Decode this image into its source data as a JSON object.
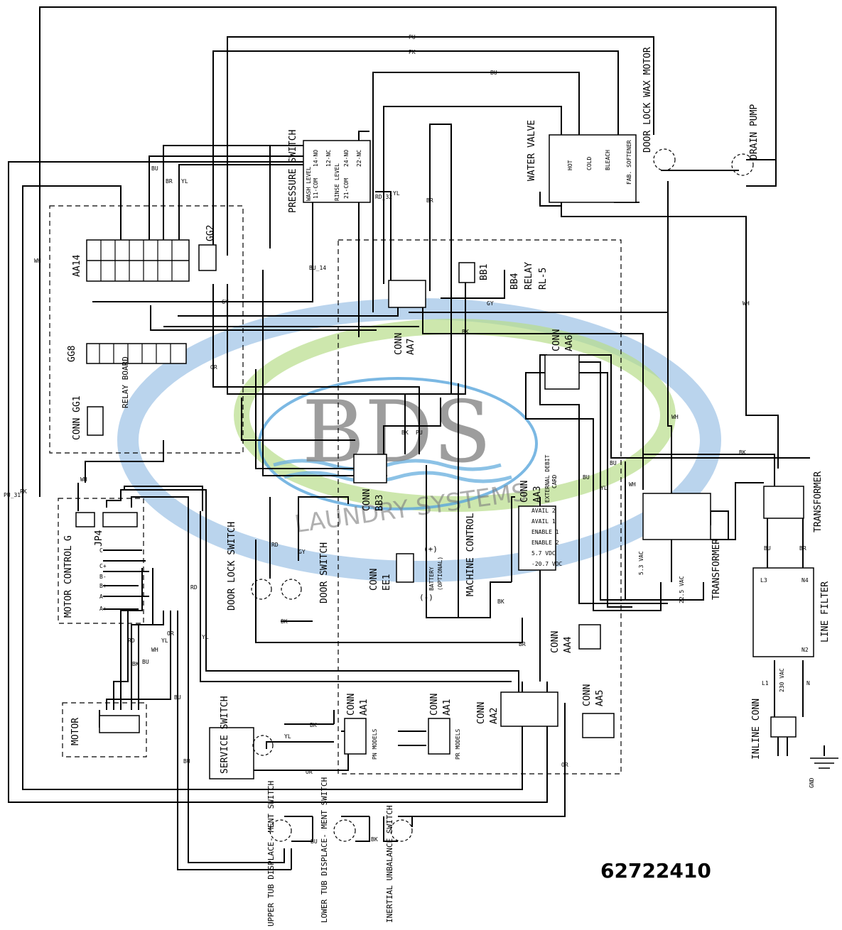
{
  "watermark": {
    "brand": "BDS",
    "tagline": "LAUNDRY SYSTEMS"
  },
  "part_number": "62722410",
  "labels": {
    "pressure_switch": "PRESSURE SWITCH",
    "wash_level": "WASH LEVEL",
    "rinse_level": "RINSE LEVEL",
    "c14": "14-NO",
    "c11": "11-COM",
    "c12": "12-NC",
    "c24": "24-NO",
    "c21": "21-COM",
    "c22": "22-NC",
    "water_valve": "WATER VALVE",
    "hot": "HOT",
    "cold": "COLD",
    "bleach": "BLEACH",
    "softener": "FAB. SOFTENER",
    "door_lock_wax": "DOOR LOCK WAX MOTOR",
    "drain_pump": "DRAIN PUMP",
    "aa14": "AA14",
    "gg2": "GG2",
    "gg8": "GG8",
    "relay_board": "RELAY BOARD",
    "conn_gg1": "CONN GG1",
    "bb1": "BB1",
    "bb4": "BB4",
    "relay": "RELAY",
    "rl5": "RL-5",
    "conn": "CONN",
    "aa7": "AA7",
    "aa6": "AA6",
    "aa3": "AA3",
    "ext_debit": "EXTERNAL DEBIT",
    "card": "CARD",
    "bb3": "BB3",
    "ee1": "EE1",
    "battery": "BATTERY",
    "optional": "(OPTIONAL)",
    "machine_control": "MACHINE CONTROL",
    "aa4": "AA4",
    "aa5": "AA5",
    "aa2": "AA2",
    "aa1": "AA1",
    "pn_models": "PN MODELS",
    "pr_models": "PR MODELS",
    "motor_control": "MOTOR CONTROL",
    "jp4": "JP4",
    "g": "G",
    "motor": "MOTOR",
    "door_lock_switch": "DOOR LOCK SWITCH",
    "door_switch": "DOOR SWITCH",
    "service_switch": "SERVICE SWITCH",
    "upper_tub": "UPPER TUB DISPLACE- MENT SWITCH",
    "lower_tub": "LOWER TUB DISPLACE- MENT SWITCH",
    "inertial": "INERTIAL UNBALANCE SWITCH",
    "transformer": "TRANSFORMER",
    "line_filter": "LINE FILTER",
    "inline_conn": "INLINE CONN",
    "gnd": "GND",
    "l1": "L1",
    "n": "N",
    "l3": "L3",
    "n2": "N2",
    "n4": "N4",
    "vac230": "230 VAC",
    "vac53": "5.3 VAC",
    "vac225": "22.5 VAC",
    "com": "COM",
    "nc": "NC",
    "no": "NO",
    "plus": "(+)",
    "minus": "(-)",
    "avail2": "AVAIL 2",
    "avail1": "AVAIL 1",
    "enable1": "ENABLE 1",
    "enable2": "ENABLE 2",
    "v57": "5.7 VDC",
    "v207": "-20.7 VDC",
    "c_minus": "C-",
    "c_plus": "C+",
    "b_minus": "B-",
    "b_plus": "B+",
    "a_minus": "A-",
    "a_plus": "A+"
  },
  "wire_colors": {
    "pu": "PU",
    "pk": "PK",
    "bu": "BU",
    "br": "BR",
    "yl": "YL",
    "wh": "WH",
    "gy": "GY",
    "bk": "BK",
    "rd": "RD",
    "or": "OR",
    "pu31": "PU_31",
    "bu14": "BU_14",
    "rd32": "RD_32"
  }
}
